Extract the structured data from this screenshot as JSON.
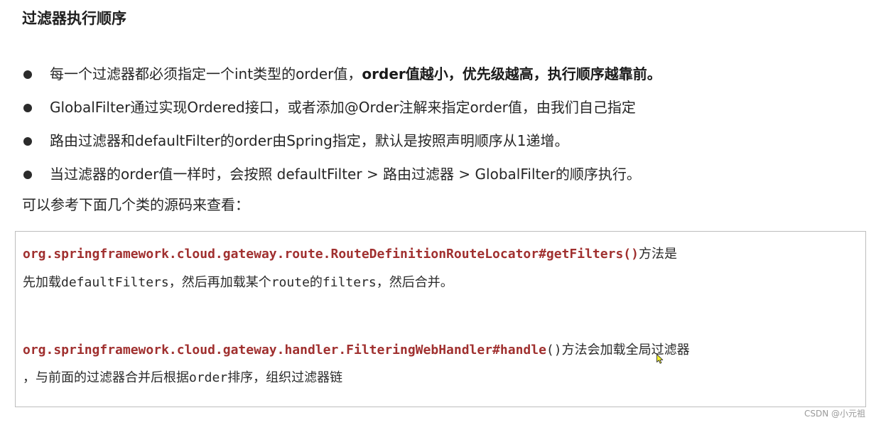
{
  "title": "过滤器执行顺序",
  "bullets": [
    {
      "text": "每一个过滤器都必须指定一个int类型的order值，",
      "bold": "order值越小，优先级越高，执行顺序越靠前。"
    },
    {
      "text": "GlobalFilter通过实现Ordered接口，或者添加@Order注解来指定order值，由我们自己指定",
      "bold": ""
    },
    {
      "text": "路由过滤器和defaultFilter的order由Spring指定，默认是按照声明顺序从1递增。",
      "bold": ""
    },
    {
      "text": "当过滤器的order值一样时，会按照 defaultFilter > 路由过滤器 > GlobalFilter的顺序执行。",
      "bold": ""
    }
  ],
  "intro": "可以参考下面几个类的源码来查看：",
  "code_box": {
    "line1": {
      "code": "org.springframework.cloud.gateway.route.RouteDefinitionRouteLocator#getFilters()",
      "text": "方法是"
    },
    "line2": {
      "p1": "先加载",
      "m1": "defaultFilters",
      "p2": "，然后再加载某个",
      "m2": "route",
      "p3": "的",
      "m3": "filters",
      "p4": "，然后合并。"
    },
    "line3": {
      "code": "org.springframework.cloud.gateway.handler.FilteringWebHandler#handle",
      "paren": "()",
      "text": "方法会加载全局过滤器"
    },
    "line4": {
      "p1": "，与前面的过滤器合并后根据",
      "m1": "order",
      "p2": "排序，组织过滤器链"
    }
  },
  "watermark": "CSDN @小元祖",
  "colors": {
    "code_accent": "#a0302f",
    "box_border": "#bdbdbd"
  },
  "icons": {
    "cursor": "mouse-pointer-icon"
  }
}
